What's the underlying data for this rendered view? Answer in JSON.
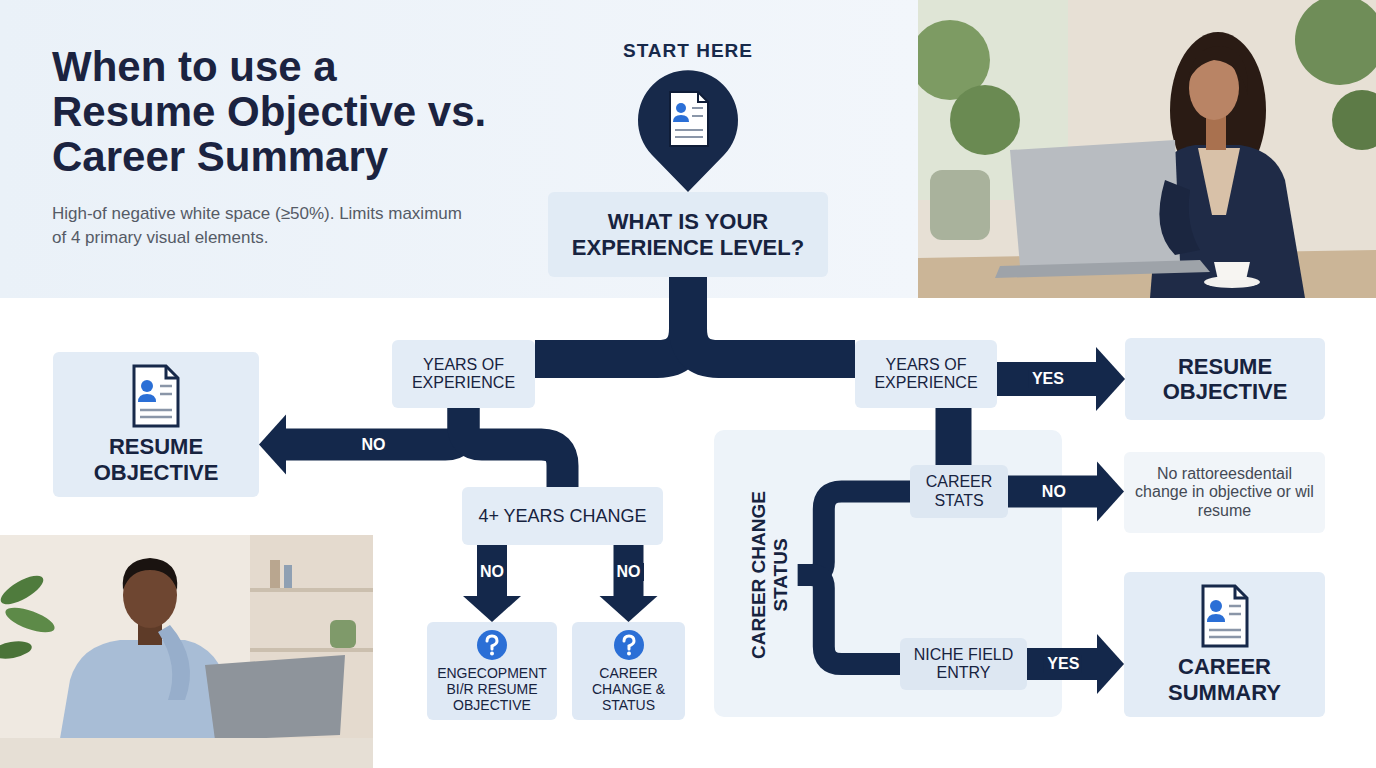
{
  "diagram": {
    "title": "When to use a Resume Objective vs. Career Summary",
    "nodes": [
      {
        "text": [
          "WHAT IS YOUR EXPERIENCE LEVEL?"
        ]
      },
      {
        "text": [
          "YEARS OF EXPERIENCE"
        ]
      },
      {
        "text": [
          "YEARS OF EXPERIENCE"
        ]
      },
      {
        "text": [
          "RESUME OBJECTIVE"
        ]
      },
      {
        "text": [
          "RESUME OBJECTIVE"
        ]
      },
      {
        "text": [
          "4+ YEARS CHANGE"
        ]
      },
      {
        "text": [
          "CAREER CHANGE STATUS"
        ]
      },
      {
        "text": [
          "CAREER STATS"
        ],
        "in": 6
      },
      {
        "text": [
          "No rattoreesdentail change in objective or wil resume"
        ]
      },
      {
        "text": [
          "NICHE FIELD ENTRY"
        ],
        "in": 6
      },
      {
        "text": [
          "ENGECOPMENT BI/R RESUME OBJECTIVE"
        ]
      },
      {
        "text": [
          "CAREER CHANGE & STATUS"
        ]
      },
      {
        "text": [
          "CAREER SUMMARY"
        ]
      }
    ],
    "edges": [
      {
        "from": 0,
        "to": 1,
        "arrow": "none"
      },
      {
        "from": 0,
        "to": 2,
        "arrow": "none"
      },
      {
        "from": 2,
        "to": 3,
        "label": "YES",
        "arrow": "to"
      },
      {
        "from": 1,
        "to": 4,
        "label": "NO",
        "arrow": "to"
      },
      {
        "from": 1,
        "to": 5,
        "arrow": "none"
      },
      {
        "from": 5,
        "to": 10,
        "label": "NO",
        "arrow": "to"
      },
      {
        "from": 5,
        "to": 11,
        "label": "NO",
        "arrow": "to"
      },
      {
        "from": 2,
        "to": 7,
        "arrow": "none"
      },
      {
        "from": 6,
        "to": 7,
        "arrow": "none"
      },
      {
        "from": 6,
        "to": 9,
        "arrow": "none"
      },
      {
        "from": 7,
        "to": 8,
        "label": "NO",
        "arrow": "to"
      },
      {
        "from": 9,
        "to": 12,
        "label": "YES",
        "arrow": "to"
      }
    ],
    "labels": [
      "High-of negative white space (≥50%). Limits maximum of 4 primary visual elements.",
      "START HERE"
    ]
  }
}
